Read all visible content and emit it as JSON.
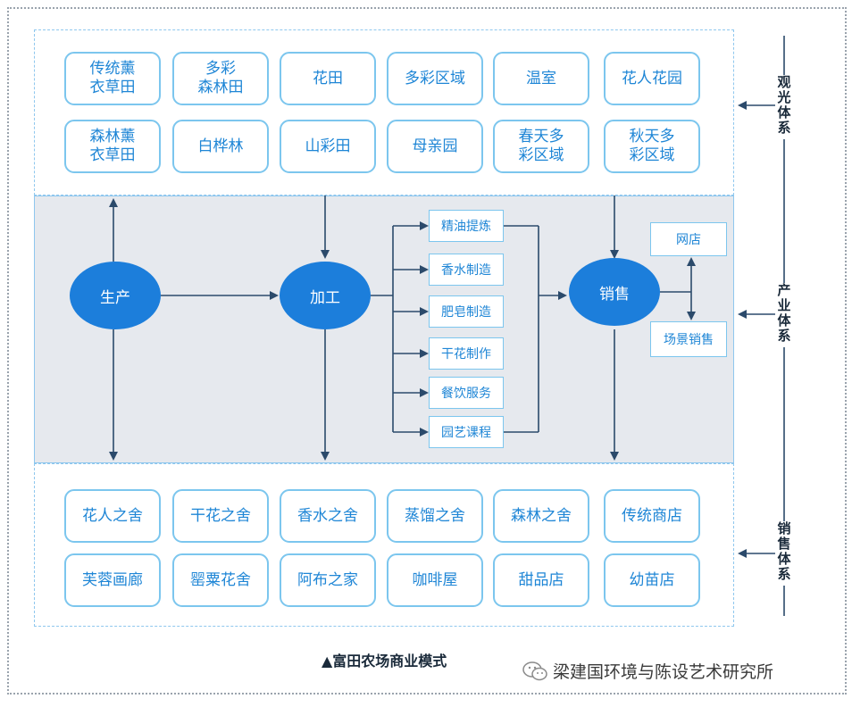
{
  "sightseeing": {
    "label": "观光体系",
    "items": [
      "传统薰\n衣草田",
      "多彩\n森林田",
      "花田",
      "多彩区域",
      "温室",
      "花人花园",
      "森林薰\n衣草田",
      "白桦林",
      "山彩田",
      "母亲园",
      "春天多\n彩区域",
      "秋天多\n彩区域"
    ]
  },
  "industry": {
    "label": "产业体系",
    "nodes": {
      "produce": "生产",
      "process": "加工",
      "sales": "销售"
    },
    "processes": [
      "精油提炼",
      "香水制造",
      "肥皂制造",
      "干花制作",
      "餐饮服务",
      "园艺课程"
    ],
    "channels": {
      "online": "网店",
      "onsite": "场景销售"
    }
  },
  "retail": {
    "label": "销售体系",
    "items": [
      "花人之舍",
      "干花之舍",
      "香水之舍",
      "蒸馏之舍",
      "森林之舍",
      "传统商店",
      "芙蓉画廊",
      "罂粟花舍",
      "阿布之家",
      "咖啡屋",
      "甜品店",
      "幼苗店"
    ]
  },
  "caption": "▲富田农场商业模式",
  "watermark": "梁建国环境与陈设艺术研究所",
  "colors": {
    "accent": "#1c7edb",
    "border": "#7cc6ee",
    "panel": "#e6e9ee"
  }
}
